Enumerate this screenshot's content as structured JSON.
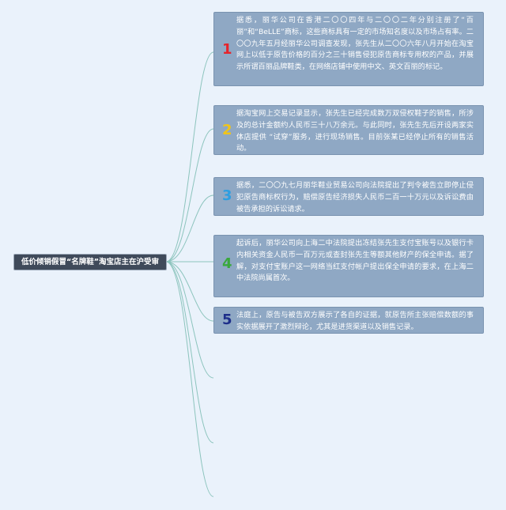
{
  "root": {
    "label": "低价倾销假冒“名牌鞋”淘宝店主在沪受审"
  },
  "colors": {
    "background": "#eaf2fb",
    "root_fill": "#3f4a5a",
    "node_fill": "#8fa8c4",
    "line": "#8cc4bd",
    "num_1": "#e6242b",
    "num_2": "#f0c419",
    "num_3": "#2f9ee0",
    "num_4": "#3aa83c",
    "num_5": "#1e2f8a"
  },
  "nodes": [
    {
      "num": "1",
      "text": "据悉，丽华公司在香港二〇〇四年与二〇〇二年分别注册了“百丽”和“BeLLE”商标，这些商标具有一定的市场知名度以及市场占有率。二〇〇九年五月经丽华公司调查发现，张先生从二〇〇六年八月开始在淘宝网上以低于原告价格的百分之三十销售侵犯原告商标专用权的产品，并展示所谓百丽品牌鞋类，在网络店铺中使用中文、英文百丽的标记。"
    },
    {
      "num": "2",
      "text": "据淘宝网上交易记录显示，张先生已经完成数万双侵权鞋子的销售，所涉及的总计金额约人民币三十八万余元。与此同时，张先生先后开设两家实体店提供 “试穿”服务，进行现场销售。目前张某已经停止所有的销售活动。"
    },
    {
      "num": "3",
      "text": "据悉，二〇〇九七月丽华鞋业贸易公司向法院提出了判令被告立即停止侵犯原告商标权行为，赔偿原告经济损失人民币二百一十万元以及诉讼费由被告承担的诉讼请求。"
    },
    {
      "num": "4",
      "text": "起诉后，丽华公司向上海二中法院提出冻结张先生支付宝账号以及银行卡内相关资金人民币一百万元或查封张先生等额其他财产的保全申请。据了解，对支付宝账户这一网络当红支付帐户提出保全申请的要求，在上海二中法院尚属首次。"
    },
    {
      "num": "5",
      "text": "法庭上，原告与被告双方展示了各自的证据，就原告所主张赔偿数额的事实依据展开了激烈辩论，尤其是进货渠道以及销售记录。"
    }
  ]
}
